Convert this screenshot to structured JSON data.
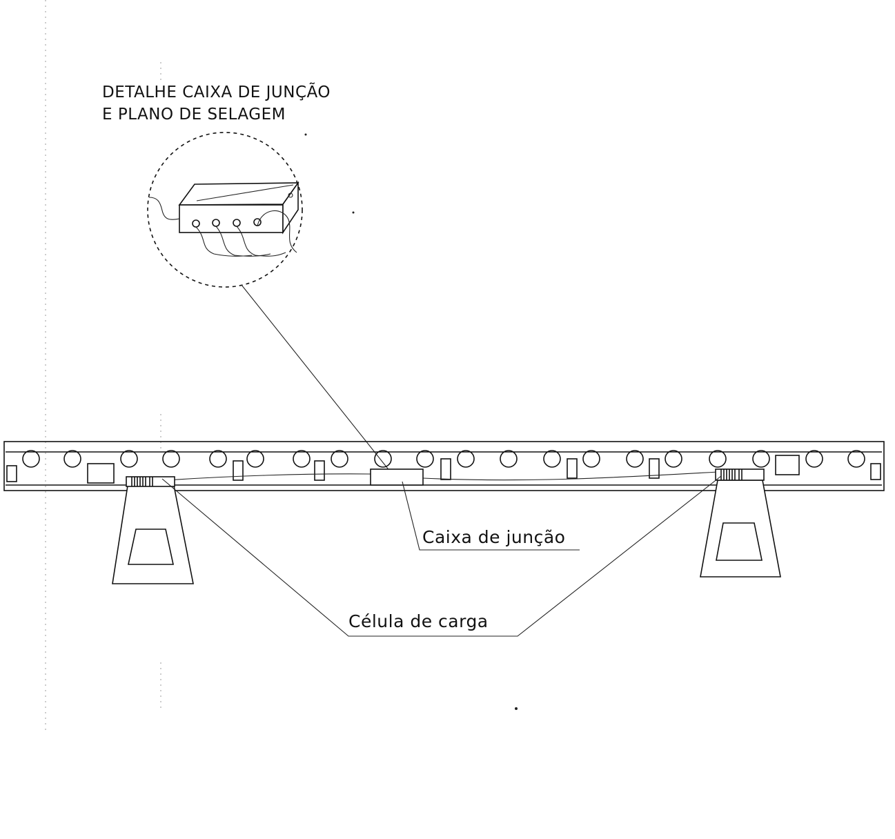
{
  "detail": {
    "title_line1": "DETALHE CAIXA DE JUNÇÃO",
    "title_line2": "E PLANO DE SELAGEM"
  },
  "callouts": {
    "junction_box": "Caixa de junção",
    "load_cell": "Célula de carga"
  },
  "colors": {
    "ink": "#111111",
    "paper": "#ffffff"
  }
}
